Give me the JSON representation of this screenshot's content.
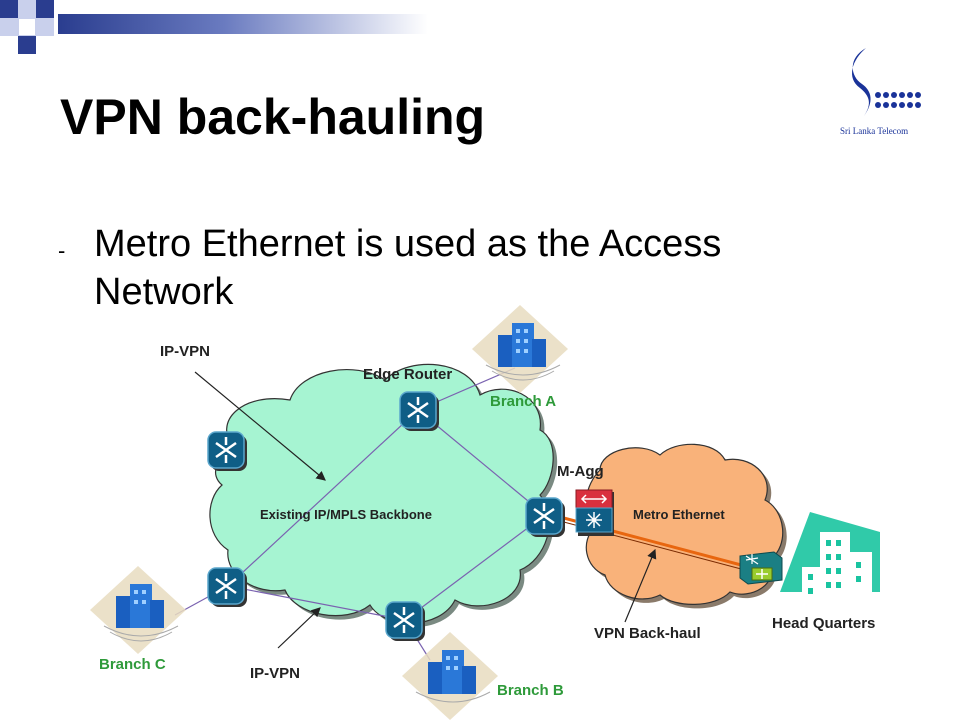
{
  "slide": {
    "title": "VPN back-hauling",
    "bullet_marker": "-",
    "bullet": "Metro Ethernet is used as the Access Network"
  },
  "logo": {
    "text": "Sri Lanka Telecom",
    "color": "#1a3399"
  },
  "diagram": {
    "backbone_label": "Existing IP/MPLS Backbone",
    "metro_label": "Metro Ethernet",
    "edge_router_label": "Edge Router",
    "magg_label": "M-Agg",
    "ipvpn_top_label": "IP-VPN",
    "ipvpn_bottom_label": "IP-VPN",
    "backhaul_label": "VPN Back-haul",
    "hq_label": "Head Quarters",
    "branch_a_label": "Branch A",
    "branch_b_label": "Branch B",
    "branch_c_label": "Branch C",
    "colors": {
      "backbone_cloud": "#a6f4d2",
      "metro_cloud": "#f9b27a",
      "router": "#0f5e86",
      "branch_label": "#2e9a3a",
      "backhaul_line": "#e8660f",
      "hq_building": "#19c4a0",
      "magg": "#d9303e"
    }
  }
}
